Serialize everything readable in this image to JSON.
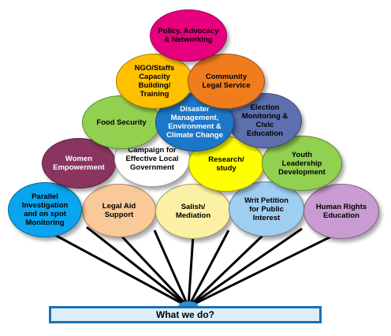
{
  "base": {
    "label": "What we do?",
    "color": "#dbeef9"
  },
  "bubbles": [
    {
      "id": "legal-aid",
      "label": "Legal Aid\nSupport",
      "color": "#f9c99a"
    },
    {
      "id": "salish",
      "label": "Salish/\nMediation",
      "color": "#fbf0a4"
    },
    {
      "id": "parallel",
      "label": "Parallel\nInvestigation\nand on spot\nMonitoring",
      "color": "#0aa5ee"
    },
    {
      "id": "writ",
      "label": "Writ Petition\nfor Public\nInterest",
      "color": "#9fcef0"
    },
    {
      "id": "human-rights",
      "label": "Human Rights\nEducation",
      "color": "#c89bd2"
    },
    {
      "id": "women",
      "label": "Women\nEmpowerment",
      "color": "#8a3460"
    },
    {
      "id": "campaign",
      "label": "Campaign for\nEffective Local\nGovernment",
      "color": "#ffffff"
    },
    {
      "id": "research",
      "label": "Research/\nstudy",
      "color": "#ffff00"
    },
    {
      "id": "youth",
      "label": "Youth\nLeadership\nDevelopment",
      "color": "#92d050"
    },
    {
      "id": "food",
      "label": "Food Security",
      "color": "#92d050"
    },
    {
      "id": "election",
      "label": "Election\nMonitoring &\nCivic\nEducation",
      "color": "#5e6fad"
    },
    {
      "id": "disaster",
      "label": "Disaster\nManagement,\nEnvironment  &\nClimate Change",
      "color": "#1d77c8"
    },
    {
      "id": "ngo",
      "label": "NGO/Staffs\nCapacity\nBuilding/\nTraining",
      "color": "#ffc000"
    },
    {
      "id": "community",
      "label": "Community\nLegal Service",
      "color": "#f07d1d"
    },
    {
      "id": "policy",
      "label": "Policy, Advocacy\n& Networking",
      "color": "#e6007e"
    }
  ]
}
